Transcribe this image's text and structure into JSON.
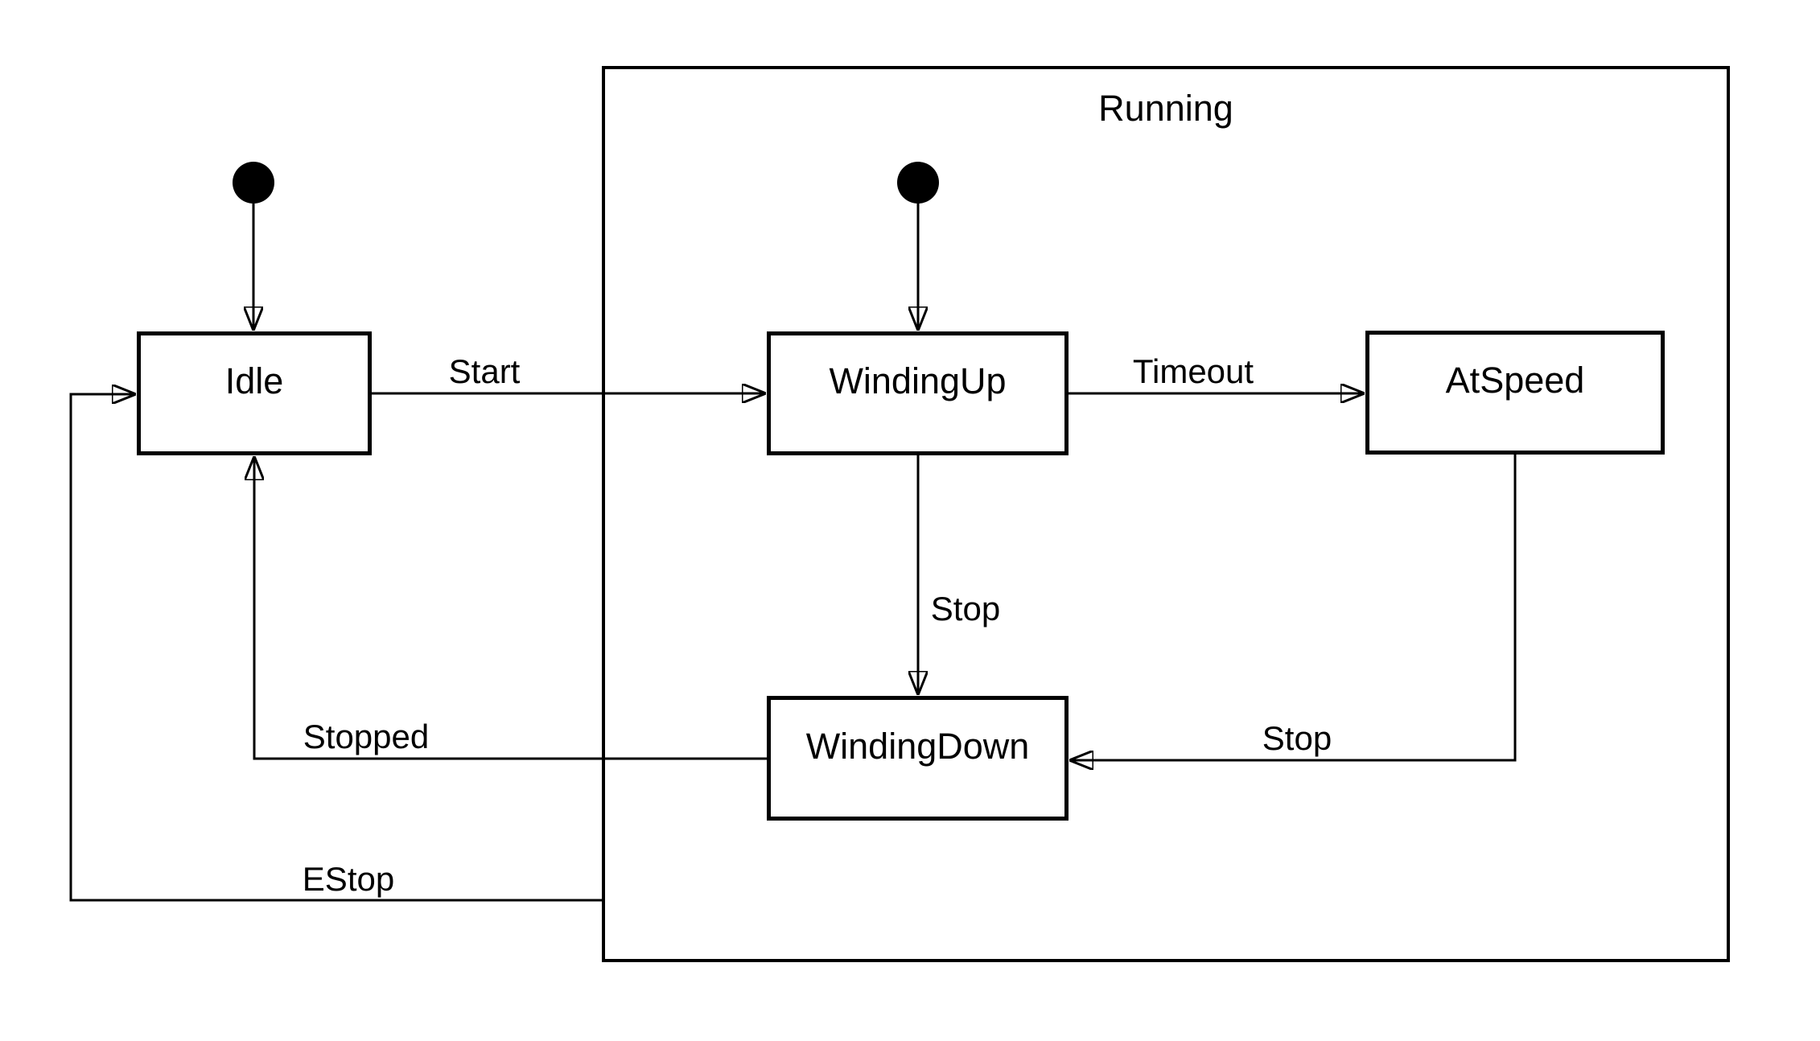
{
  "diagram": {
    "type": "uml-state-machine",
    "background_color": "#ffffff",
    "stroke_color": "#000000",
    "composite_state": {
      "label": "Running"
    },
    "states": {
      "idle": {
        "label": "Idle",
        "region": "top-level"
      },
      "winding_up": {
        "label": "WindingUp",
        "region": "Running"
      },
      "at_speed": {
        "label": "AtSpeed",
        "region": "Running"
      },
      "winding_down": {
        "label": "WindingDown",
        "region": "Running"
      }
    },
    "initial_markers": [
      {
        "target": "Idle"
      },
      {
        "target": "WindingUp"
      }
    ],
    "transitions": {
      "start": {
        "label": "Start",
        "from": "Idle",
        "to": "WindingUp"
      },
      "timeout": {
        "label": "Timeout",
        "from": "WindingUp",
        "to": "AtSpeed"
      },
      "stop_winding_up": {
        "label": "Stop",
        "from": "WindingUp",
        "to": "WindingDown"
      },
      "stop_at_speed": {
        "label": "Stop",
        "from": "AtSpeed",
        "to": "WindingDown"
      },
      "stopped": {
        "label": "Stopped",
        "from": "WindingDown",
        "to": "Idle"
      },
      "estop": {
        "label": "EStop",
        "from": "Running",
        "to": "Idle"
      }
    }
  }
}
